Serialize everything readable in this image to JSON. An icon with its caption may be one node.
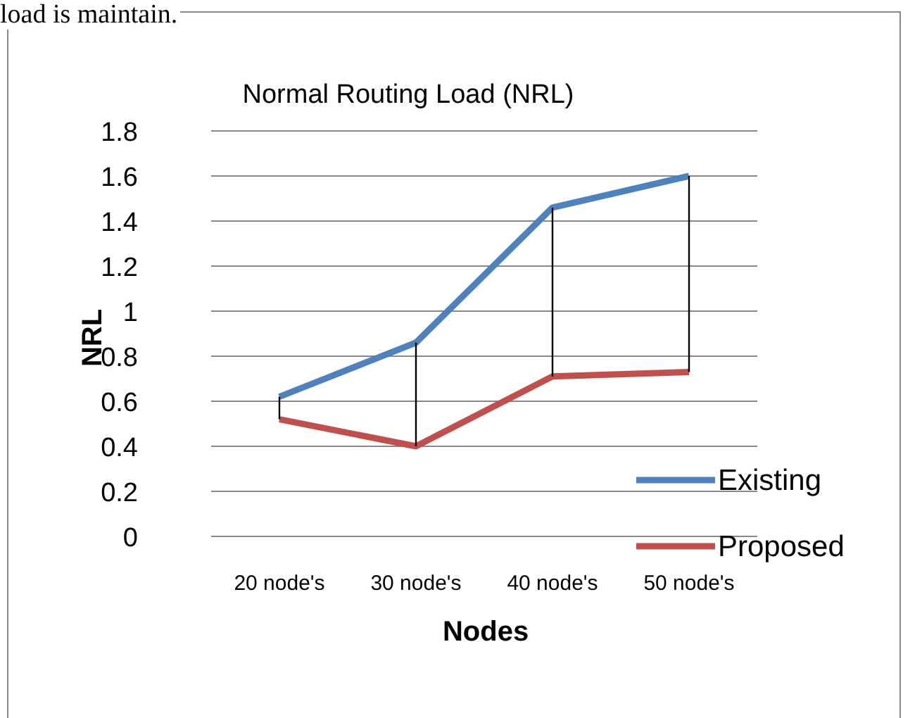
{
  "diagram": {
    "labels": [
      "load is maintain."
    ],
    "chart_data": {
      "type": "line",
      "title": "Normal Routing Load (NRL)",
      "xlabel": "Nodes",
      "ylabel": "NRL",
      "categories": [
        "20 node's",
        "30 node's",
        "40 node's",
        "50 node's"
      ],
      "series": [
        {
          "name": "Existing",
          "color": "#4f81bd",
          "values": [
            0.62,
            0.86,
            1.46,
            1.6
          ]
        },
        {
          "name": "Proposed",
          "color": "#c0504d",
          "values": [
            0.52,
            0.4,
            0.71,
            0.73
          ]
        }
      ],
      "grid": true,
      "legend": true,
      "ylim": [
        0,
        1.8
      ],
      "yticks": [
        0,
        {
          "value": 0.2,
          "label": "0.2"
        },
        {
          "value": 0.4,
          "label": "0.4"
        },
        {
          "value": 0.6,
          "label": "0.6"
        },
        {
          "value": 0.8,
          "label": "0.8"
        },
        1,
        {
          "value": 1.2,
          "label": "1.2"
        },
        {
          "value": 1.4,
          "label": "1.4"
        },
        {
          "value": 1.6,
          "label": "1.6"
        },
        {
          "value": 1.8,
          "label": "1.8"
        }
      ]
    }
  }
}
